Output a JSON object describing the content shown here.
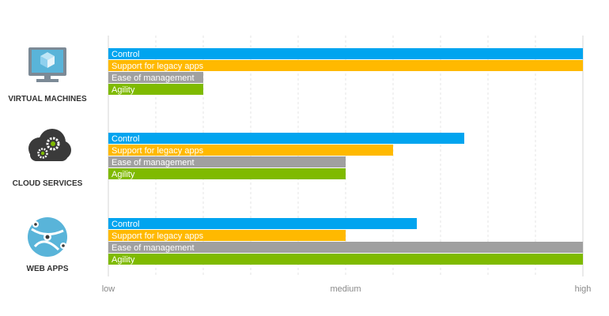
{
  "chart_data": {
    "type": "bar",
    "orientation": "horizontal",
    "x_ticks": [
      "low",
      "medium",
      "high"
    ],
    "xlim": [
      0,
      10
    ],
    "grid": true,
    "groups": [
      {
        "name": "VIRTUAL MACHINES",
        "icon": "virtual-machine-monitor-icon",
        "bars": [
          {
            "label": "Control",
            "value": 10
          },
          {
            "label": "Support for legacy apps",
            "value": 10
          },
          {
            "label": "Ease of management",
            "value": 2
          },
          {
            "label": "Agility",
            "value": 2
          }
        ]
      },
      {
        "name": "CLOUD SERVICES",
        "icon": "cloud-gears-icon",
        "bars": [
          {
            "label": "Control",
            "value": 7.5
          },
          {
            "label": "Support for legacy apps",
            "value": 6
          },
          {
            "label": "Ease of management",
            "value": 5
          },
          {
            "label": "Agility",
            "value": 5
          }
        ]
      },
      {
        "name": "WEB APPS",
        "icon": "web-globe-icon",
        "bars": [
          {
            "label": "Control",
            "value": 6.5
          },
          {
            "label": "Support for legacy apps",
            "value": 5
          },
          {
            "label": "Ease of management",
            "value": 10
          },
          {
            "label": "Agility",
            "value": 10
          }
        ]
      }
    ],
    "colors": {
      "Control": "#00a4ef",
      "Support for legacy apps": "#ffb900",
      "Ease of management": "#a0a0a0",
      "Agility": "#7fba00"
    }
  }
}
